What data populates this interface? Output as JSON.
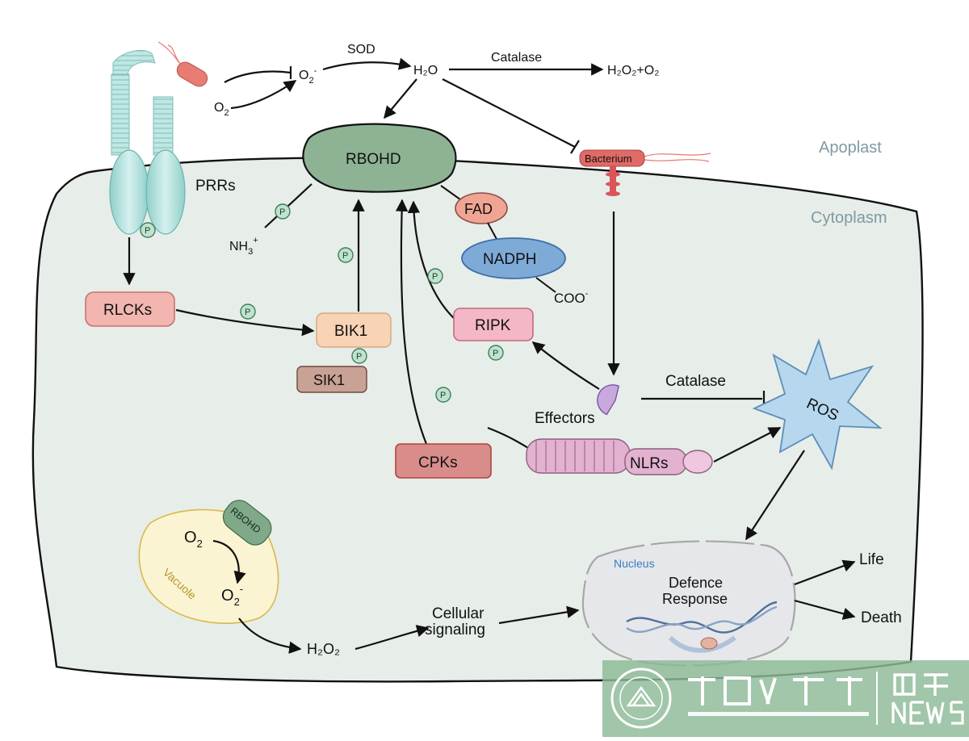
{
  "compartments": {
    "apoplast": "Apoplast",
    "cytoplasm": "Cytoplasm",
    "vacuole": "Vacuole",
    "nucleus": "Nucleus"
  },
  "nodes": {
    "rbohd": "RBOHD",
    "prrs": "PRRs",
    "rlcks": "RLCKs",
    "bik1": "BIK1",
    "sik1": "SIK1",
    "cpks": "CPKs",
    "ripk": "RIPK",
    "fad": "FAD",
    "nadph": "NADPH",
    "nlrs": "NLRs",
    "ros": "ROS",
    "bacterium": "Bacterium",
    "effectors": "Effectors",
    "vacuole_rbohd": "RBOHD"
  },
  "chemistry": {
    "sod": "SOD",
    "catalase_top": "Catalase",
    "catalase_mid": "Catalase",
    "water": "H₂O",
    "h2o2_o2": "H₂O₂+O₂",
    "superoxide": "O",
    "superoxide_sub": "2",
    "superoxide_sup": "-",
    "oxygen": "O",
    "oxygen_sub": "2",
    "ammonia": "NH",
    "ammonia_sub": "3",
    "ammonia_sup": "+",
    "carboxylate": "COO",
    "carboxylate_sup": "-",
    "vac_o2": "O",
    "vac_o2_sub": "2",
    "vac_o2m": "O",
    "vac_o2m_sub": "2",
    "vac_o2m_sup": "-",
    "h2o2_bottom": "H₂O₂"
  },
  "phospho_label": "P",
  "signaling": {
    "line1": "Cellular",
    "line2": "signaling"
  },
  "nucleus_text": {
    "line1": "Defence",
    "line2": "Response"
  },
  "outcomes": {
    "life": "Life",
    "death": "Death"
  },
  "colors": {
    "cytoplasm_fill": "#e7ede8",
    "rbohd": "#8db394",
    "rlcks": "#f2b5b0",
    "bik1": "#f8d3b6",
    "sik1": "#c8a294",
    "cpks": "#d98d8a",
    "ripk": "#f4b7c5",
    "fad": "#f0a594",
    "nadph": "#7eaad8",
    "nlrs": "#e2b2d0",
    "ros": "#b6d7ee",
    "bacterium": "#e06a66",
    "effector": "#c9a8dd",
    "vacuole": "#fbf4d3",
    "nucleus": "#e6e7ea",
    "receptor": "#b4e2df"
  }
}
